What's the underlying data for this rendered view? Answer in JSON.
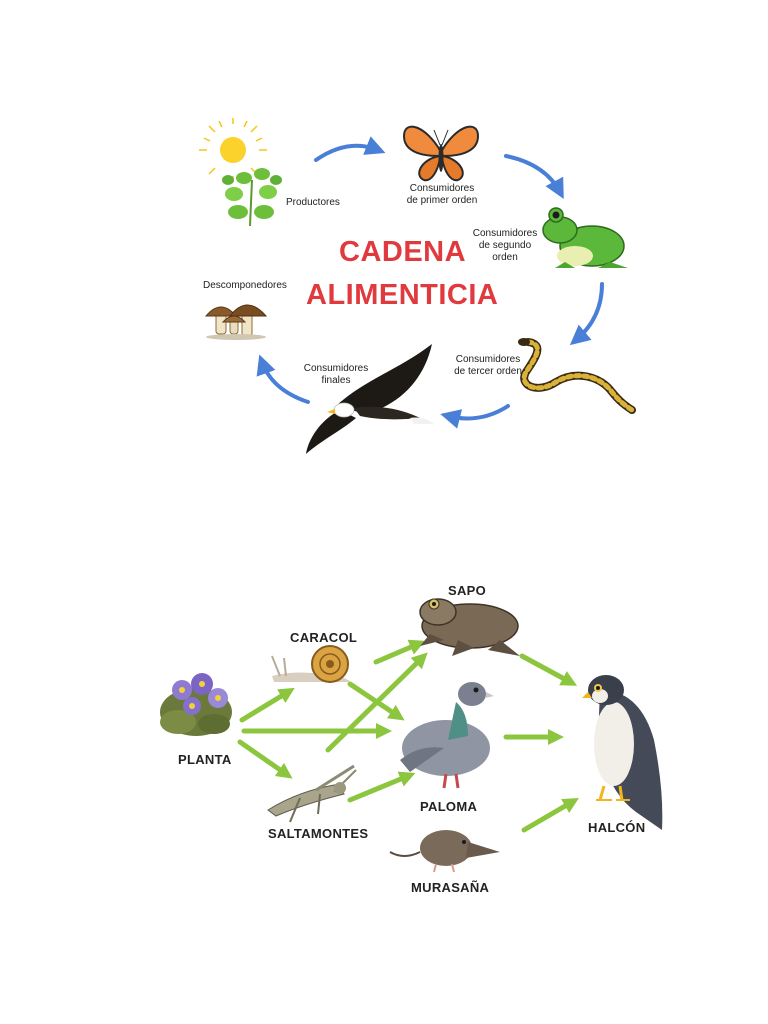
{
  "cadena": {
    "title_line1": "CADENA",
    "title_line2": "ALIMENTICIA",
    "colors": {
      "title": "#e03a3e",
      "arrow": "#4a7fd8"
    },
    "nodes": {
      "productores": {
        "label": "Productores",
        "icon": "sun-and-plant-icon"
      },
      "primer_orden": {
        "label_lines": [
          "Consumidores",
          "de primer orden"
        ],
        "icon": "butterfly-icon"
      },
      "segundo_orden": {
        "label_lines": [
          "Consumidores",
          "de segundo",
          "orden"
        ],
        "icon": "frog-icon"
      },
      "tercer_orden": {
        "label_lines": [
          "Consumidores",
          "de tercer orden"
        ],
        "icon": "snake-icon"
      },
      "finales": {
        "label_lines": [
          "Consumidores",
          "finales"
        ],
        "icon": "eagle-icon"
      },
      "descomponedores": {
        "label": "Descomponedores",
        "icon": "mushroom-icon"
      }
    }
  },
  "red": {
    "colors": {
      "arrow": "#8cc63f"
    },
    "nodes": {
      "planta": {
        "label": "PLANTA",
        "icon": "flower-plant-icon"
      },
      "caracol": {
        "label": "CARACOL",
        "icon": "snail-icon"
      },
      "saltamontes": {
        "label": "SALTAMONTES",
        "icon": "grasshopper-icon"
      },
      "sapo": {
        "label": "SAPO",
        "icon": "toad-icon"
      },
      "paloma": {
        "label": "PALOMA",
        "icon": "pigeon-icon"
      },
      "murasana": {
        "label": "MURASAÑA",
        "icon": "shrew-icon"
      },
      "halcon": {
        "label": "HALCÓN",
        "icon": "falcon-icon"
      }
    }
  }
}
